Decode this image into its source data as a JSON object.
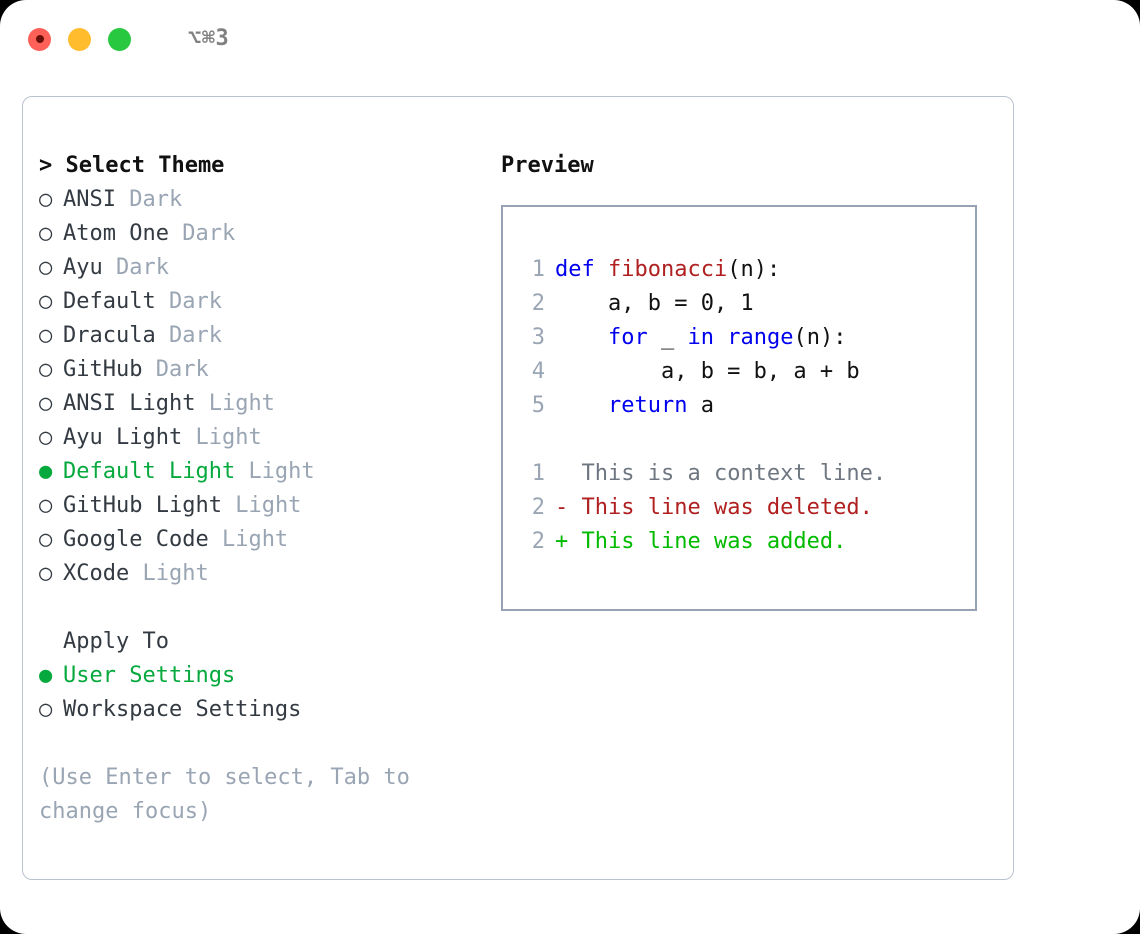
{
  "titlebar": {
    "lights": [
      {
        "name": "close",
        "color": "#ff6159"
      },
      {
        "name": "minimize",
        "color": "#ffbd2e"
      },
      {
        "name": "zoom",
        "color": "#28c840"
      }
    ],
    "shortcut": "⌥⌘3"
  },
  "theme_list": {
    "header": "> Select Theme",
    "items": [
      {
        "marker": "○",
        "name": "ANSI",
        "tag": "Dark",
        "selected": false
      },
      {
        "marker": "○",
        "name": "Atom One",
        "tag": "Dark",
        "selected": false
      },
      {
        "marker": "○",
        "name": "Ayu",
        "tag": "Dark",
        "selected": false
      },
      {
        "marker": "○",
        "name": "Default",
        "tag": "Dark",
        "selected": false
      },
      {
        "marker": "○",
        "name": "Dracula",
        "tag": "Dark",
        "selected": false
      },
      {
        "marker": "○",
        "name": "GitHub",
        "tag": "Dark",
        "selected": false
      },
      {
        "marker": "○",
        "name": "ANSI Light",
        "tag": "Light",
        "selected": false
      },
      {
        "marker": "○",
        "name": "Ayu Light",
        "tag": "Light",
        "selected": false
      },
      {
        "marker": "●",
        "name": "Default Light",
        "tag": "Light",
        "selected": true
      },
      {
        "marker": "○",
        "name": "GitHub Light",
        "tag": "Light",
        "selected": false
      },
      {
        "marker": "○",
        "name": "Google Code",
        "tag": "Light",
        "selected": false
      },
      {
        "marker": "○",
        "name": "XCode",
        "tag": "Light",
        "selected": false
      }
    ]
  },
  "apply_to": {
    "header": "Apply To",
    "items": [
      {
        "marker": "●",
        "name": "User Settings",
        "selected": true
      },
      {
        "marker": "○",
        "name": "Workspace Settings",
        "selected": false
      }
    ]
  },
  "hint": "(Use Enter to select, Tab to change focus)",
  "preview": {
    "title": "Preview",
    "code_lines": [
      {
        "no": "1",
        "tokens": [
          {
            "t": "def",
            "c": "kw"
          },
          {
            "t": " ",
            "c": "plain"
          },
          {
            "t": "fibonacci",
            "c": "fn"
          },
          {
            "t": "(n):",
            "c": "plain"
          }
        ]
      },
      {
        "no": "2",
        "tokens": [
          {
            "t": "    a, b = 0, 1",
            "c": "plain"
          }
        ]
      },
      {
        "no": "3",
        "tokens": [
          {
            "t": "    ",
            "c": "plain"
          },
          {
            "t": "for",
            "c": "kw"
          },
          {
            "t": " _ ",
            "c": "plain"
          },
          {
            "t": "in",
            "c": "kw"
          },
          {
            "t": " ",
            "c": "plain"
          },
          {
            "t": "range",
            "c": "kw"
          },
          {
            "t": "(n):",
            "c": "plain"
          }
        ]
      },
      {
        "no": "4",
        "tokens": [
          {
            "t": "        a, b = b, a + b",
            "c": "plain"
          }
        ]
      },
      {
        "no": "5",
        "tokens": [
          {
            "t": "    ",
            "c": "plain"
          },
          {
            "t": "return",
            "c": "kw"
          },
          {
            "t": " a",
            "c": "plain"
          }
        ]
      }
    ],
    "diff_lines": [
      {
        "no": "1",
        "sign": "  ",
        "text": "This is a context line.",
        "cls": "ctx"
      },
      {
        "no": "2",
        "sign": "- ",
        "text": "This line was deleted.",
        "cls": "del"
      },
      {
        "no": "2",
        "sign": "+ ",
        "text": "This line was added.",
        "cls": "add"
      }
    ]
  },
  "colors": {
    "accent_green": "#06a93d",
    "muted_gray": "#9aa5b4",
    "keyword_blue": "#0000ee",
    "function_red": "#b02020",
    "diff_add": "#00bb00",
    "diff_del": "#b02020",
    "border": "#96a3b4"
  }
}
